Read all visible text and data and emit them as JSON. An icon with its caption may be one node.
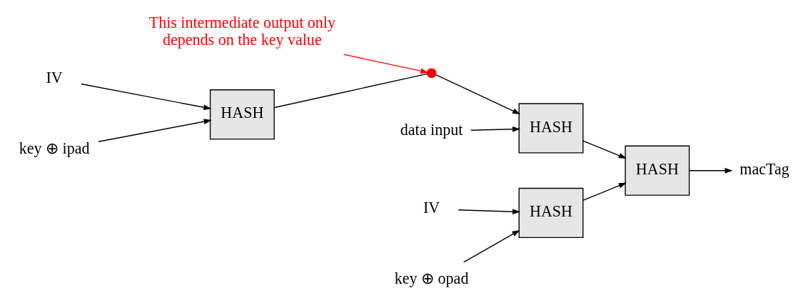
{
  "diagram": {
    "nodes": [
      {
        "text": [
          "This intermediate output only depends on the key value"
        ]
      },
      {
        "text": [
          "IV"
        ]
      },
      {
        "text": [
          "IV"
        ]
      },
      {
        "text": [
          "key ⊕ ipad"
        ]
      },
      {
        "text": [
          "HASH"
        ]
      },
      {
        "text": [],
        "shape": "circle"
      },
      {
        "text": [
          "key ⊕ opad"
        ]
      },
      {
        "text": [
          "HASH"
        ]
      },
      {
        "text": [
          "data input"
        ]
      },
      {
        "text": [
          "HASH"
        ]
      },
      {
        "text": [
          "HASH"
        ]
      },
      {
        "text": [
          "macTag"
        ]
      }
    ],
    "edges": [
      {
        "from": 0,
        "to": 5,
        "arrow": "to",
        "color": "#ff0000"
      },
      {
        "from": 1,
        "to": 4,
        "arrow": "to"
      },
      {
        "from": 2,
        "to": 7,
        "arrow": "to"
      },
      {
        "from": 3,
        "to": 4,
        "arrow": "to"
      },
      {
        "from": 4,
        "to": 5,
        "arrow": "none"
      },
      {
        "from": 5,
        "to": 9,
        "arrow": "to"
      },
      {
        "from": 6,
        "to": 7,
        "arrow": "to"
      },
      {
        "from": 7,
        "to": 10,
        "arrow": "to"
      },
      {
        "from": 8,
        "to": 9,
        "arrow": "to"
      },
      {
        "from": 9,
        "to": 10,
        "arrow": "to"
      },
      {
        "from": 10,
        "to": 11,
        "arrow": "to"
      }
    ]
  }
}
